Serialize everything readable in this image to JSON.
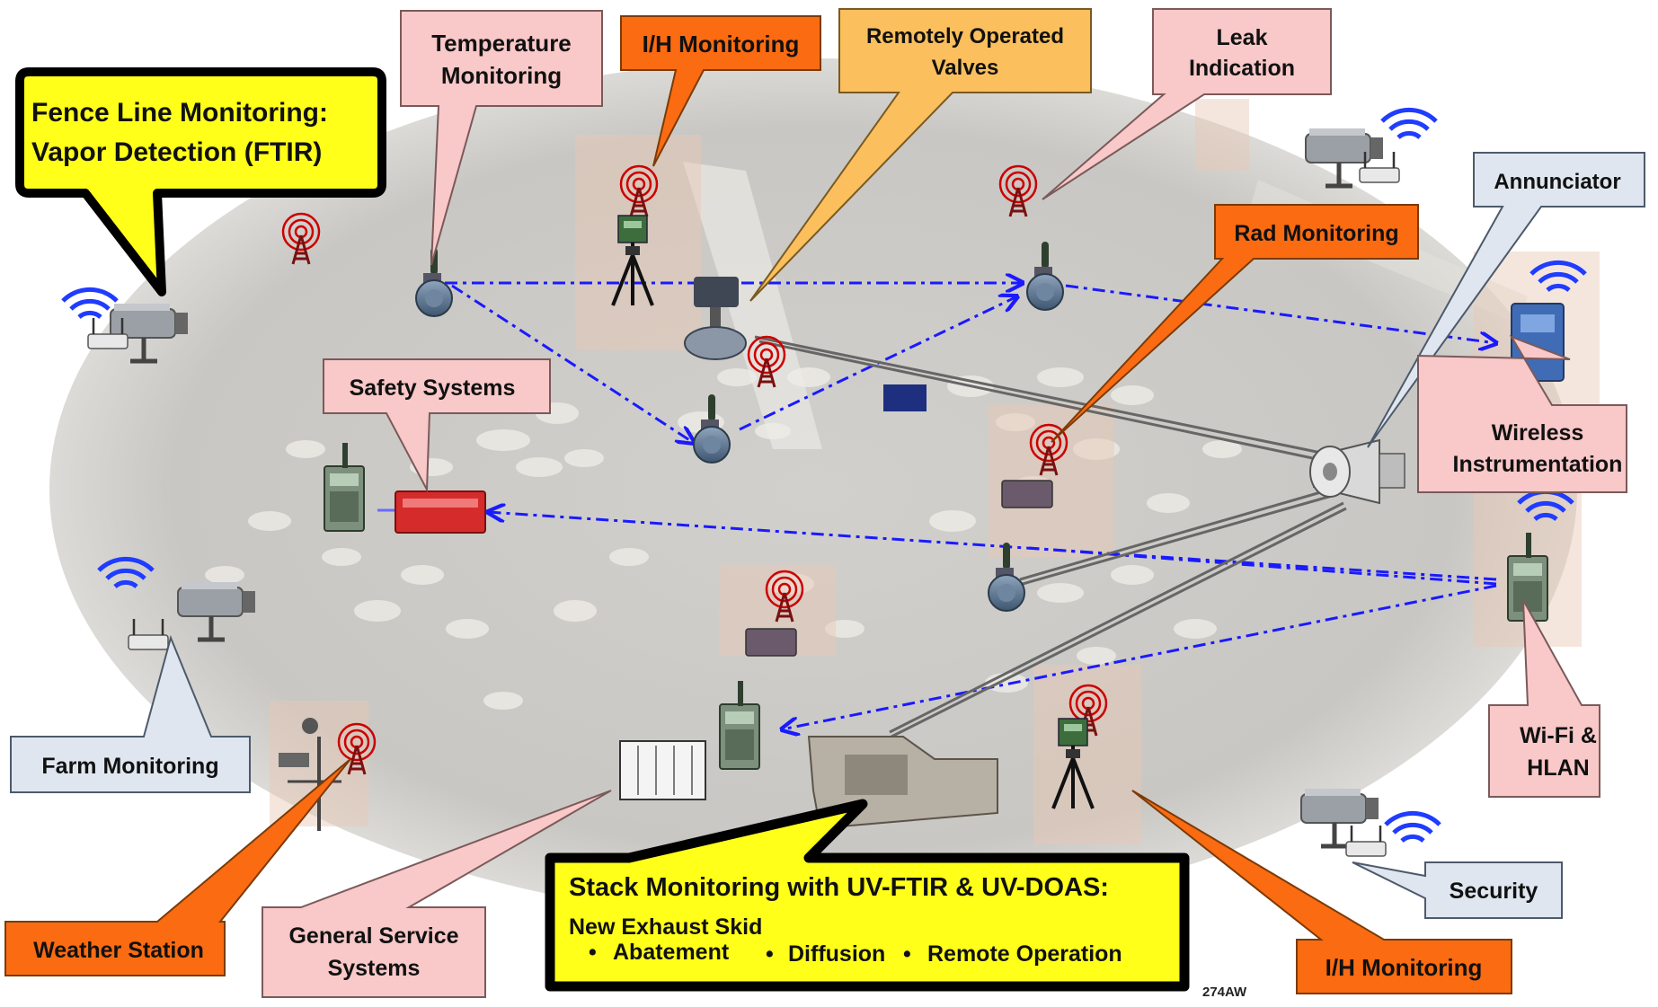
{
  "callouts": {
    "fence_line_line1": "Fence Line Monitoring:",
    "fence_line_line2": "Vapor Detection (FTIR)",
    "temperature_line1": "Temperature",
    "temperature_line2": "Monitoring",
    "ih_monitoring_top": "I/H Monitoring",
    "valves_line1": "Remotely Operated",
    "valves_line2": "Valves",
    "leak_line1": "Leak",
    "leak_line2": "Indication",
    "annunciator": "Annunciator",
    "rad_monitoring": "Rad Monitoring",
    "safety_systems": "Safety Systems",
    "wireless_line1": "Wireless",
    "wireless_line2": "Instrumentation",
    "farm_monitoring": "Farm Monitoring",
    "wifi_line1": "Wi-Fi &",
    "wifi_line2": "HLAN",
    "weather_station": "Weather Station",
    "general_line1": "General Service",
    "general_line2": "Systems",
    "stack_title": "Stack Monitoring with UV-FTIR & UV-DOAS:",
    "stack_sub": "New Exhaust Skid",
    "stack_item1": "Abatement",
    "stack_item2": "Diffusion",
    "stack_item3": "Remote Operation",
    "ih_monitoring_bottom": "I/H Monitoring",
    "security": "Security"
  },
  "figure_code": "274AW",
  "colors": {
    "yellow": "#ffff1a",
    "pink": "#f9c8c8",
    "light_orange": "#fbbf5e",
    "dark_orange": "#fb6b12",
    "light_blue": "#dfe6ef",
    "link_blue": "#1a1aff"
  },
  "icons": [
    "wifi-icon",
    "radio-tower-icon",
    "transmitter-icon",
    "tripod-sensor-icon",
    "camera-icon",
    "horn-speaker-icon",
    "valve-icon",
    "controller-icon",
    "cabinet-icon",
    "exhaust-skid-icon",
    "weather-station-icon"
  ]
}
